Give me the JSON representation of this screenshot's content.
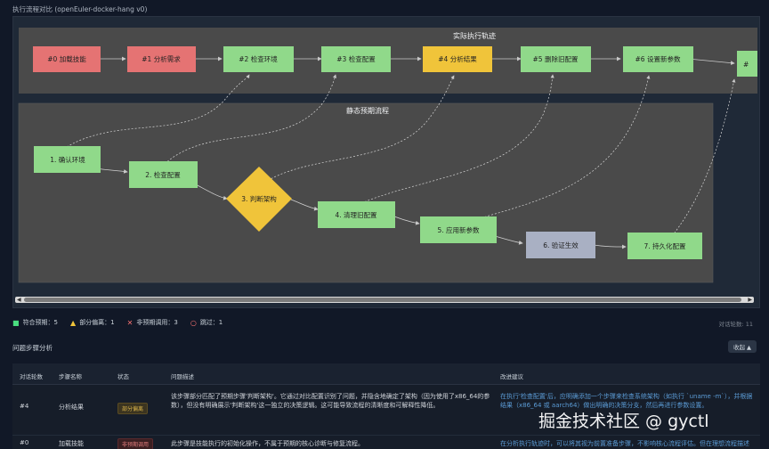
{
  "header": {
    "title": "执行流程对比 (openEuler-docker-hang v0)"
  },
  "actual_flow": {
    "title": "实际执行轨迹",
    "nodes": [
      {
        "label": "#0 加载技能",
        "status": "unexpected",
        "color": "#e57373"
      },
      {
        "label": "#1 分析需求",
        "status": "unexpected",
        "color": "#e57373"
      },
      {
        "label": "#2 检查环境",
        "status": "match",
        "color": "#90d98a"
      },
      {
        "label": "#3 检查配置",
        "status": "match",
        "color": "#90d98a"
      },
      {
        "label": "#4 分析结果",
        "status": "partial",
        "color": "#f0c43a"
      },
      {
        "label": "#5 删除旧配置",
        "status": "match",
        "color": "#90d98a"
      },
      {
        "label": "#6 设置新参数",
        "status": "match",
        "color": "#90d98a"
      },
      {
        "label": "#",
        "status": "match",
        "color": "#90d98a"
      }
    ]
  },
  "expected_flow": {
    "title": "静态预期流程",
    "nodes": [
      {
        "label": "1. 确认环境",
        "type": "process",
        "color": "#90d98a"
      },
      {
        "label": "2. 检查配置",
        "type": "process",
        "color": "#90d98a"
      },
      {
        "label": "3. 判断架构",
        "type": "decision",
        "color": "#f0c43a"
      },
      {
        "label": "4. 清理旧配置",
        "type": "process",
        "color": "#90d98a"
      },
      {
        "label": "5. 应用新参数",
        "type": "process",
        "color": "#90d98a"
      },
      {
        "label": "6. 验证生效",
        "type": "skipped",
        "color": "#a9b0c3"
      },
      {
        "label": "7. 持久化配置",
        "type": "process",
        "color": "#90d98a"
      }
    ]
  },
  "legend": {
    "match": {
      "icon": "check-square-icon",
      "label": "符合预期：5"
    },
    "partial": {
      "icon": "warning-triangle-icon",
      "label": "部分偏离：1"
    },
    "unexpected": {
      "icon": "cross-icon",
      "label": "非预期调用：3"
    },
    "skipped": {
      "icon": "circle-icon",
      "label": "跳过：1"
    },
    "rounds": "对话轮数: 11"
  },
  "issues": {
    "title": "问题步骤分析",
    "collapse_label": "收起 ▲",
    "columns": [
      "对话轮数",
      "步骤名称",
      "状态",
      "问题描述",
      "改进建议"
    ],
    "rows": [
      {
        "round": "#4",
        "step": "分析结果",
        "status": "部分偏离",
        "status_kind": "partial",
        "description": "该步骤部分匹配了预期步骤'判断架构'。它通过对比配置识别了问题，并隐含地确定了架构（因为使用了x86_64的参数），但没有明确展示'判断架构'这一独立的决策逻辑。这可能导致流程的清晰度和可解释性降低。",
        "suggestion": "在执行'检查配置'后，应明确添加一个步骤来检查系统架构（如执行 `uname -m`），并根据结果（x86_64 或 aarch64）做出明确的决策分支，然后再进行参数设置。"
      },
      {
        "round": "#0",
        "step": "加载技能",
        "status": "非预期调用",
        "status_kind": "unexpected",
        "description": "此步骤是技能执行的初始化操作，不属于预期的核心诊断与修复流程。",
        "suggestion": "在分析执行轨迹时，可以将其视为前置准备步骤，不影响核心流程评估。但在理想流程描述中，这些步骤通常不列入核心步骤范围。"
      }
    ]
  },
  "watermark": "掘金技术社区 @ gyctl"
}
